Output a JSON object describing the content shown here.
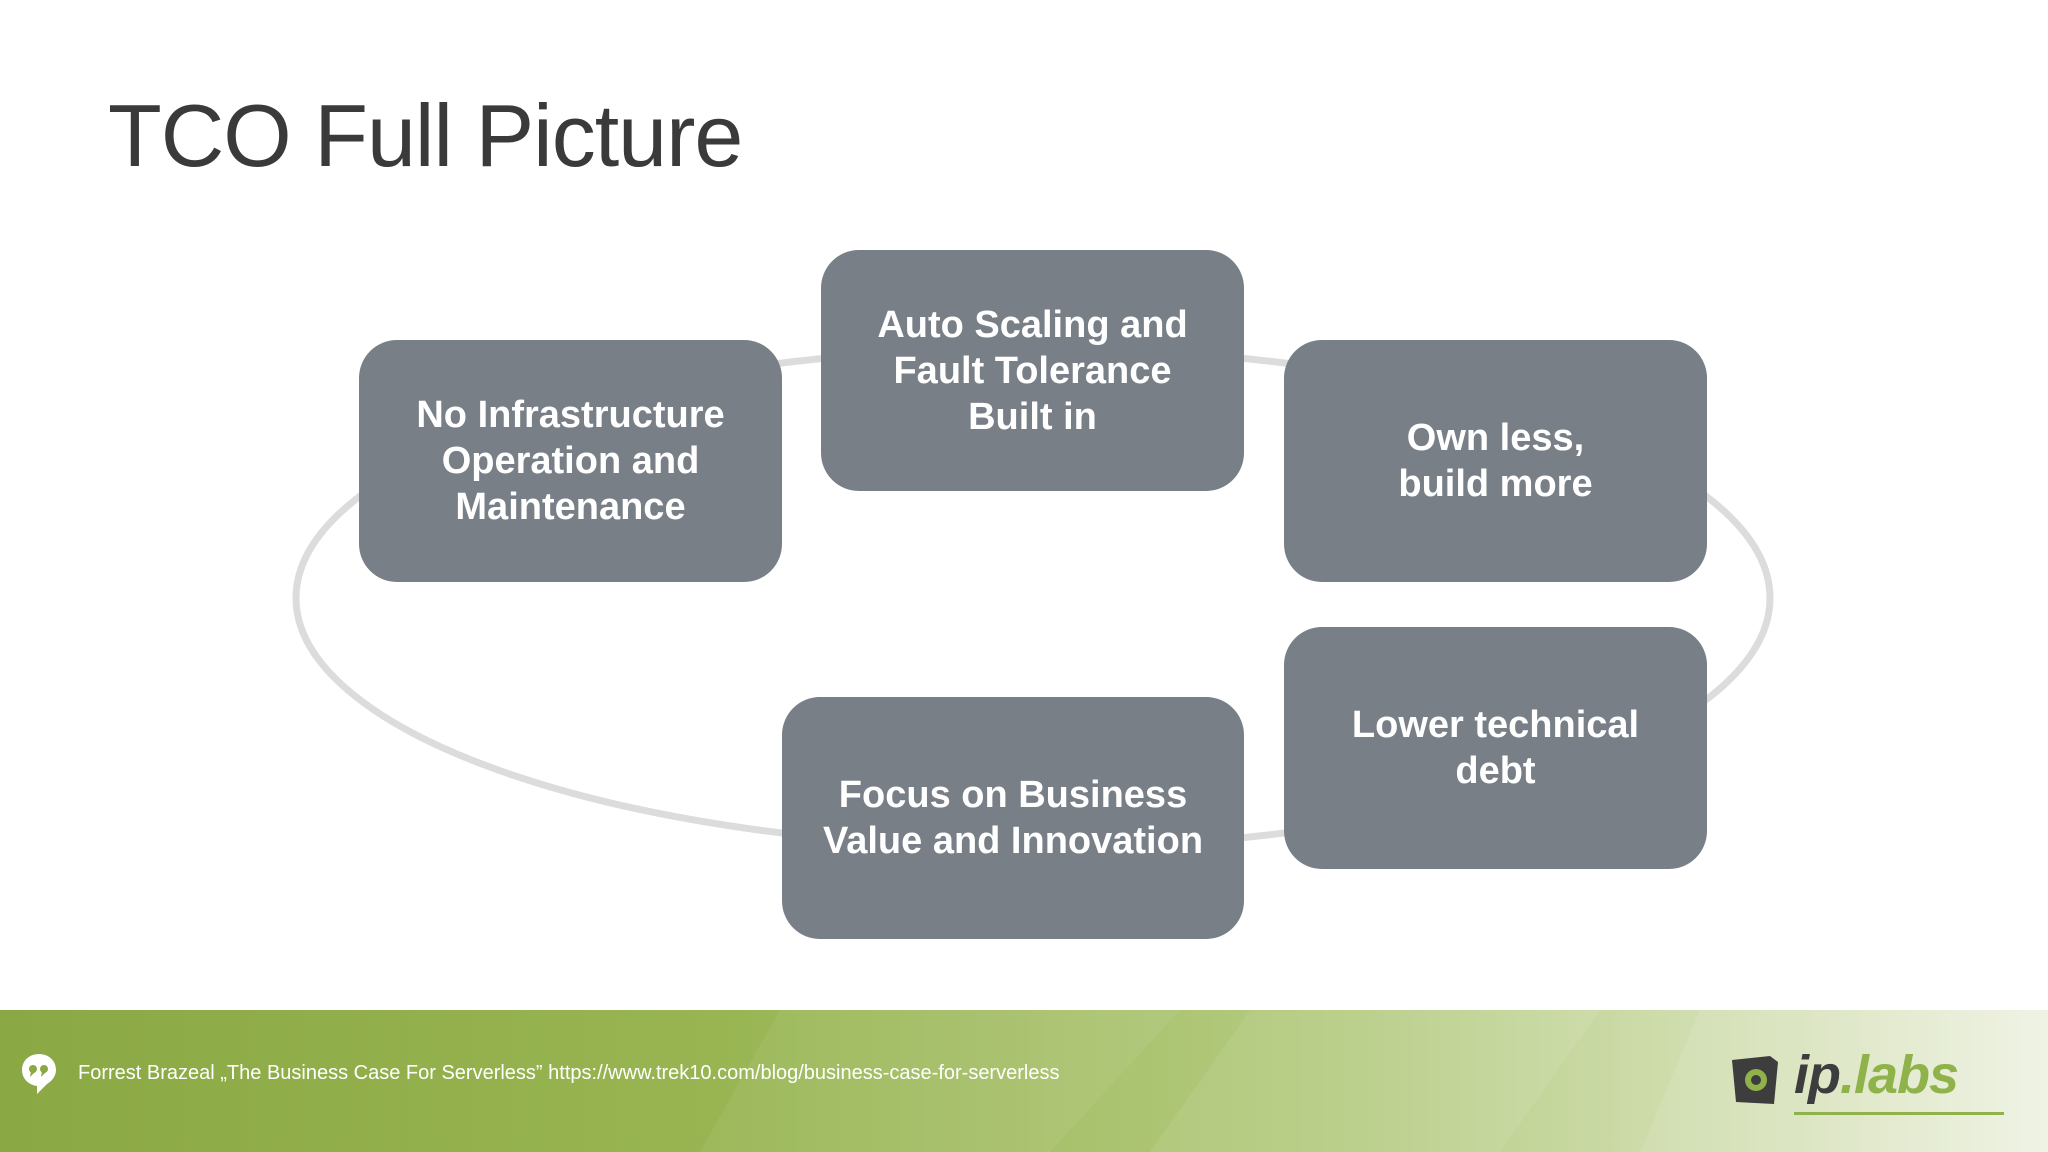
{
  "slide": {
    "title": "TCO Full Picture"
  },
  "diagram": {
    "nodes": [
      {
        "label": "No Infrastructure\nOperation and\nMaintenance"
      },
      {
        "label": "Auto Scaling and\nFault Tolerance\nBuilt in"
      },
      {
        "label": "Own less,\nbuild more"
      },
      {
        "label": "Lower technical\ndebt"
      },
      {
        "label": "Focus on Business\nValue and Innovation"
      }
    ]
  },
  "footer": {
    "citation": "Forrest Brazeal  „The Business Case For Serverless” https://www.trek10.com/blog/business-case-for-serverless",
    "logo": {
      "prefix": "ip",
      "dot": ".",
      "suffix": "labs"
    }
  },
  "colors": {
    "node_fill": "#787f87",
    "ring_stroke": "#dcdcdc",
    "title_text": "#3a3a3a",
    "footer_green": "#8aa844",
    "logo_green": "#8fb34a"
  },
  "icons": {
    "footer": "quote-bubble-icon",
    "logo": "ip-labs-logo"
  }
}
